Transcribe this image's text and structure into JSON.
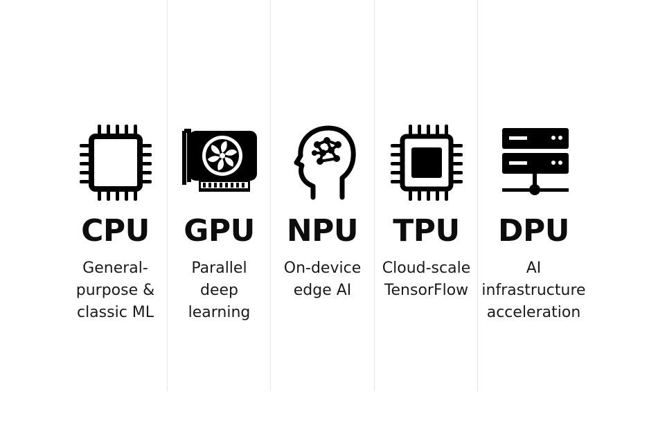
{
  "columns": [
    {
      "key": "cpu",
      "icon": "cpu-chip-icon",
      "title": "CPU",
      "description_lines": [
        "General-",
        "purpose &",
        "classic ML"
      ]
    },
    {
      "key": "gpu",
      "icon": "graphics-card-fan-icon",
      "title": "GPU",
      "description_lines": [
        "Parallel",
        "deep",
        "learning"
      ]
    },
    {
      "key": "npu",
      "icon": "brain-head-network-icon",
      "title": "NPU",
      "description_lines": [
        "On-device",
        "edge AI"
      ]
    },
    {
      "key": "tpu",
      "icon": "tensor-chip-icon",
      "title": "TPU",
      "description_lines": [
        "Cloud-scale",
        "TensorFlow"
      ]
    },
    {
      "key": "dpu",
      "icon": "server-rack-network-icon",
      "title": "DPU",
      "description_lines": [
        "AI",
        "infrastructure",
        "acceleration"
      ]
    }
  ]
}
